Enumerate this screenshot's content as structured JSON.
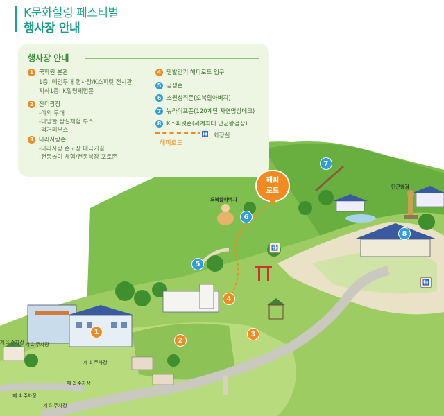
{
  "header": {
    "title_line1": "K문화힐링 페스티벌",
    "title_line2": "행사장 안내"
  },
  "panel": {
    "title": "행사장 안내",
    "items": [
      {
        "num": "1",
        "label": "국학원 본관",
        "sub": [
          "1층: 메인무대 행사장/K스피릿 전시관",
          "지하1층: K힐링체험존"
        ]
      },
      {
        "num": "2",
        "label": "잔디광장",
        "sub": [
          "-야외 무대",
          "-다양한 삼실체험 부스",
          "-먹거리부스"
        ]
      },
      {
        "num": "3",
        "label": "나라사랑존",
        "sub": [
          "-나라사랑 손도장 태극기길",
          "-전통놀이 체험/전통복장 포토존"
        ]
      },
      {
        "num": "4",
        "label": "맨발걷기 해피로드 입구"
      },
      {
        "num": "5",
        "label": "공생존"
      },
      {
        "num": "6",
        "label": "소원성취존(오복할아버지)"
      },
      {
        "num": "7",
        "label": "뉴라이프존(120계단 자연명상데크)"
      },
      {
        "num": "8",
        "label": "K스피릿존(세계최대 단군왕검상)"
      }
    ],
    "legend": {
      "happy_road": "해피로드",
      "restroom": "화장실",
      "restroom_icon": "restroom-icon"
    }
  },
  "map": {
    "happy_road_pin": {
      "line1": "해피",
      "line2": "로드"
    },
    "markers": [
      "1",
      "2",
      "3",
      "4",
      "5",
      "6",
      "7",
      "8"
    ],
    "labels": {
      "obok": "오복할아버지",
      "dangun": "단군왕검",
      "parking_2a": "제 2 주차장",
      "parking_1": "제 1 주차장",
      "parking_2b": "제 2 주차장",
      "parking_3": "제 3 주차장",
      "parking_4": "제 4 주차장",
      "parking_5": "제 5 주차장"
    }
  },
  "colors": {
    "accent_teal": "#1aa58e",
    "marker_orange": "#f28a22",
    "marker_blue": "#2f9fd8",
    "panel_bg": "#edf6e3"
  }
}
